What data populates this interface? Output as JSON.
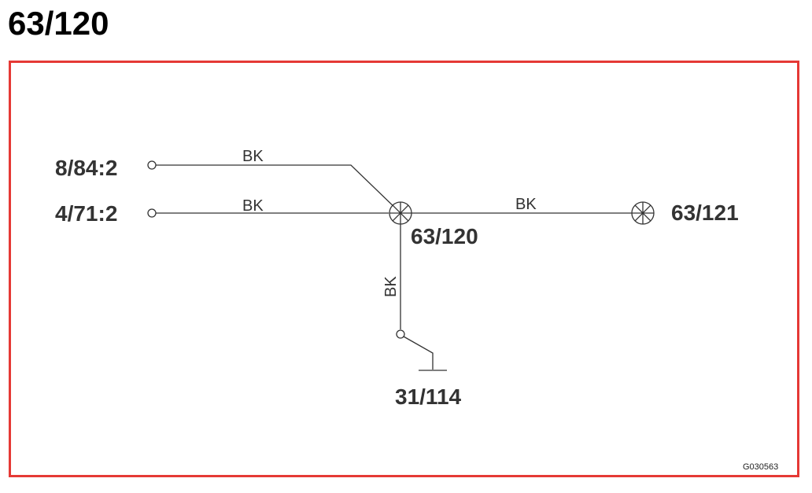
{
  "title": "63/120",
  "diagram": {
    "connectors": {
      "top_left": "8/84:2",
      "mid_left": "4/71:2",
      "splice": "63/120",
      "right": "63/121",
      "ground": "31/114"
    },
    "wires": {
      "top": "BK",
      "mid": "BK",
      "right": "BK",
      "vertical": "BK"
    },
    "figure_id": "G030563"
  },
  "colors": {
    "frame_border": "#e53935",
    "line": "#333333",
    "text": "#333333"
  }
}
